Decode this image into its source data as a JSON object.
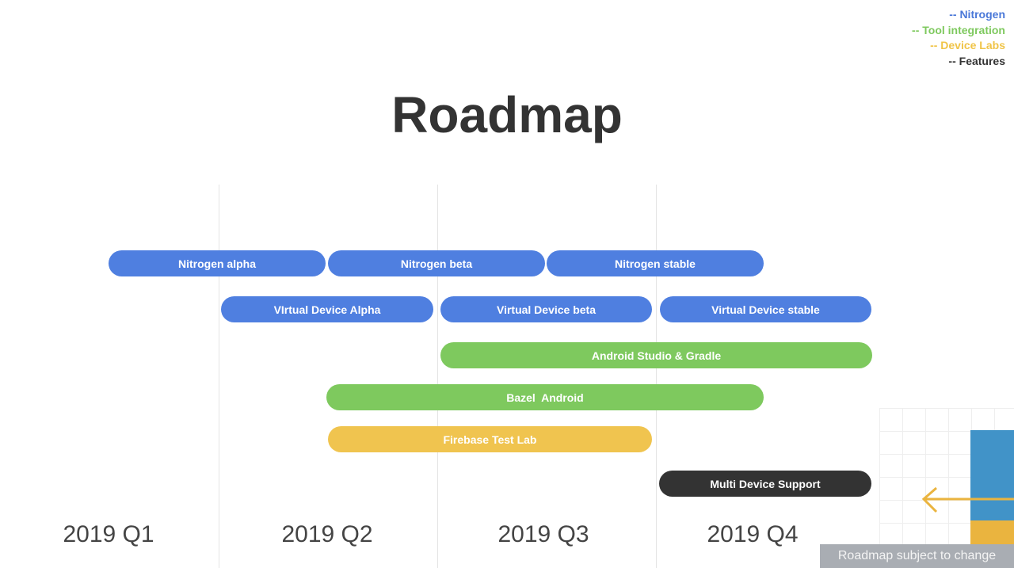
{
  "legend": [
    {
      "label": "-- Nitrogen",
      "color": "#4a78d8"
    },
    {
      "label": "-- Tool integration",
      "color": "#7ec95e"
    },
    {
      "label": "-- Device Labs",
      "color": "#f0c447"
    },
    {
      "label": "-- Features",
      "color": "#333333"
    }
  ],
  "title": "Roadmap",
  "quarters": [
    "2019 Q1",
    "2019 Q2",
    "2019 Q3",
    "2019 Q4"
  ],
  "bars": [
    "Nitrogen alpha",
    "Nitrogen beta",
    "Nitrogen stable",
    "VIrtual Device Alpha",
    "Virtual Device beta",
    "Virtual Device stable",
    "Android Studio & Gradle",
    "Bazel  Android",
    "Firebase Test Lab",
    "Multi Device Support"
  ],
  "colors": {
    "nitrogen": "#4f7fe0",
    "tool": "#7ec95e",
    "labs": "#f0c44f",
    "features": "#333333"
  },
  "note": "Roadmap subject to change"
}
